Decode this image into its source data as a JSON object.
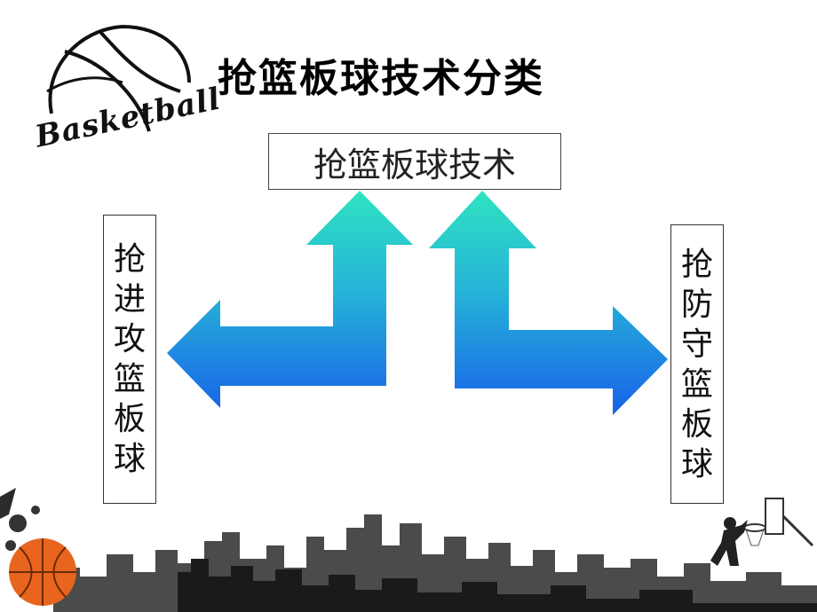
{
  "logo": {
    "text": "Basketball",
    "icon": "basketball-logo-icon"
  },
  "title": "抢篮板球技术分类",
  "center_node": {
    "label": "抢篮板球技术"
  },
  "left_node": {
    "chars": [
      "抢",
      "进",
      "攻",
      "篮",
      "板",
      "球"
    ]
  },
  "right_node": {
    "chars": [
      "抢",
      "防",
      "守",
      "篮",
      "板",
      "球"
    ]
  },
  "colors": {
    "arrow_top": "#2ee0c0",
    "arrow_bottom": "#1a6fe6",
    "skyline": "#2b2b2b"
  },
  "decor": {
    "icons": [
      "basketball-icon",
      "city-skyline-icon",
      "player-dunk-icon",
      "basketball-hoop-icon"
    ]
  }
}
